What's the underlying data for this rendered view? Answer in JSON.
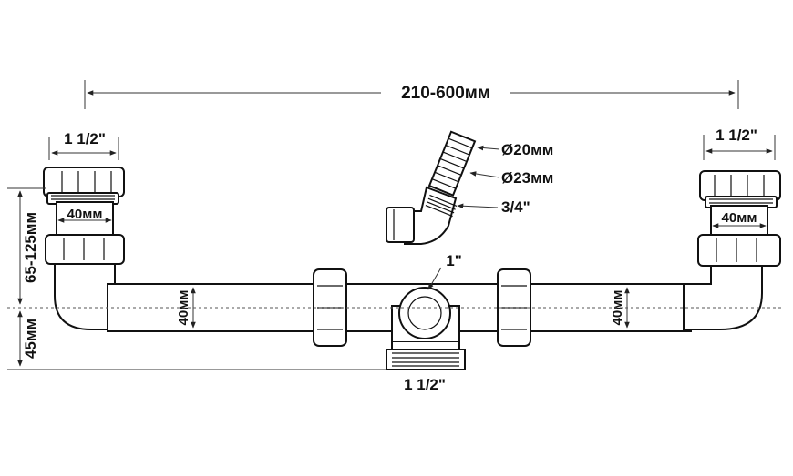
{
  "labels": {
    "width_range": "210-600мм",
    "left_inlet_size": "1 1/2\"",
    "right_inlet_size": "1 1/2\"",
    "left_inlet_diameter": "40мм",
    "right_inlet_diameter": "40мм",
    "hose_outer_small": "Ø20мм",
    "hose_outer_large": "Ø23мм",
    "hose_thread": "3/4\"",
    "tee_top_size": "1\"",
    "outlet_size": "1 1/2\"",
    "left_pipe_diameter": "40мм",
    "right_pipe_diameter": "40мм",
    "height_range": "65-125мм",
    "outlet_height": "45мм"
  }
}
